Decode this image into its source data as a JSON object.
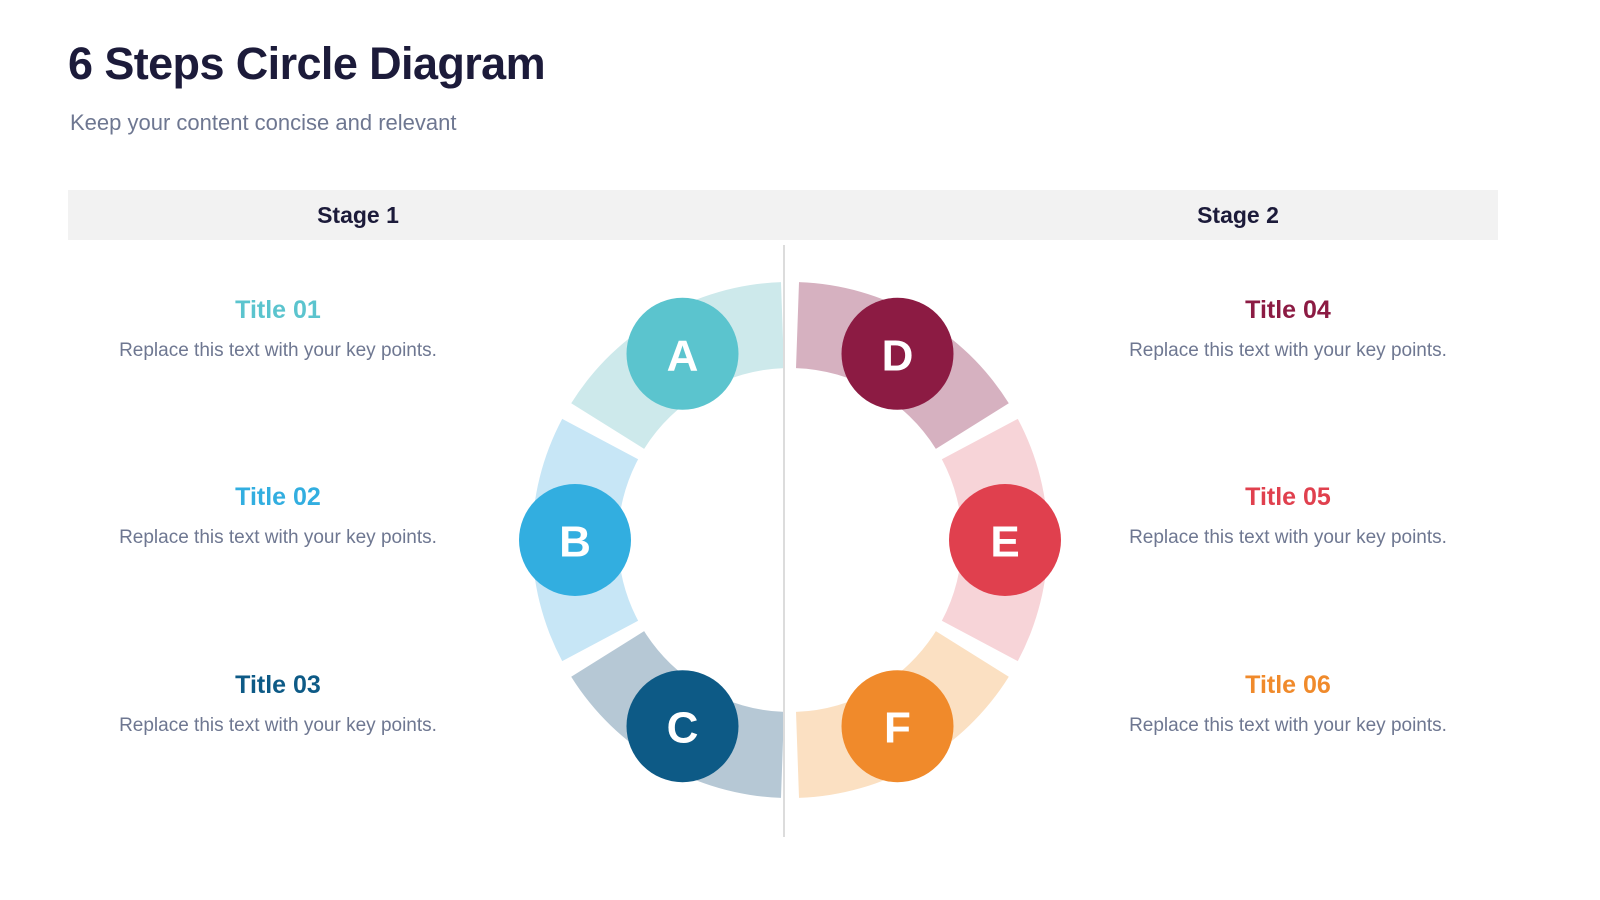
{
  "header": {
    "title": "6 Steps Circle Diagram",
    "subtitle": "Keep your content concise and relevant",
    "title_color": "#1C1B3A",
    "subtitle_color": "#6E7791"
  },
  "stages": {
    "band_color": "#F2F2F2",
    "items": [
      {
        "label": "Stage 1"
      },
      {
        "label": "Stage 2"
      }
    ]
  },
  "steps": [
    {
      "letter": "A",
      "title": "Title 01",
      "body": "Replace this text with your key points.",
      "color": "#5BC4CE",
      "arc_color": "#CDE9EB",
      "side": "left"
    },
    {
      "letter": "B",
      "title": "Title 02",
      "body": "Replace this text with your key points.",
      "color": "#32AEE0",
      "arc_color": "#C7E6F6",
      "side": "left"
    },
    {
      "letter": "C",
      "title": "Title 03",
      "body": "Replace this text with your key points.",
      "color": "#0D5A86",
      "arc_color": "#B6C8D5",
      "side": "left"
    },
    {
      "letter": "D",
      "title": "Title 04",
      "body": "Replace this text with your key points.",
      "color": "#8C1B43",
      "arc_color": "#D6B1C0",
      "side": "right"
    },
    {
      "letter": "E",
      "title": "Title 05",
      "body": "Replace this text with your key points.",
      "color": "#E0404E",
      "arc_color": "#F7D4D8",
      "side": "right"
    },
    {
      "letter": "F",
      "title": "Title 06",
      "body": "Replace this text with your key points.",
      "color": "#F08A2B",
      "arc_color": "#FBE0C2",
      "side": "right"
    }
  ],
  "diagram": {
    "divider_color": "#DCDCDC",
    "letter_color": "#FFFFFF"
  }
}
